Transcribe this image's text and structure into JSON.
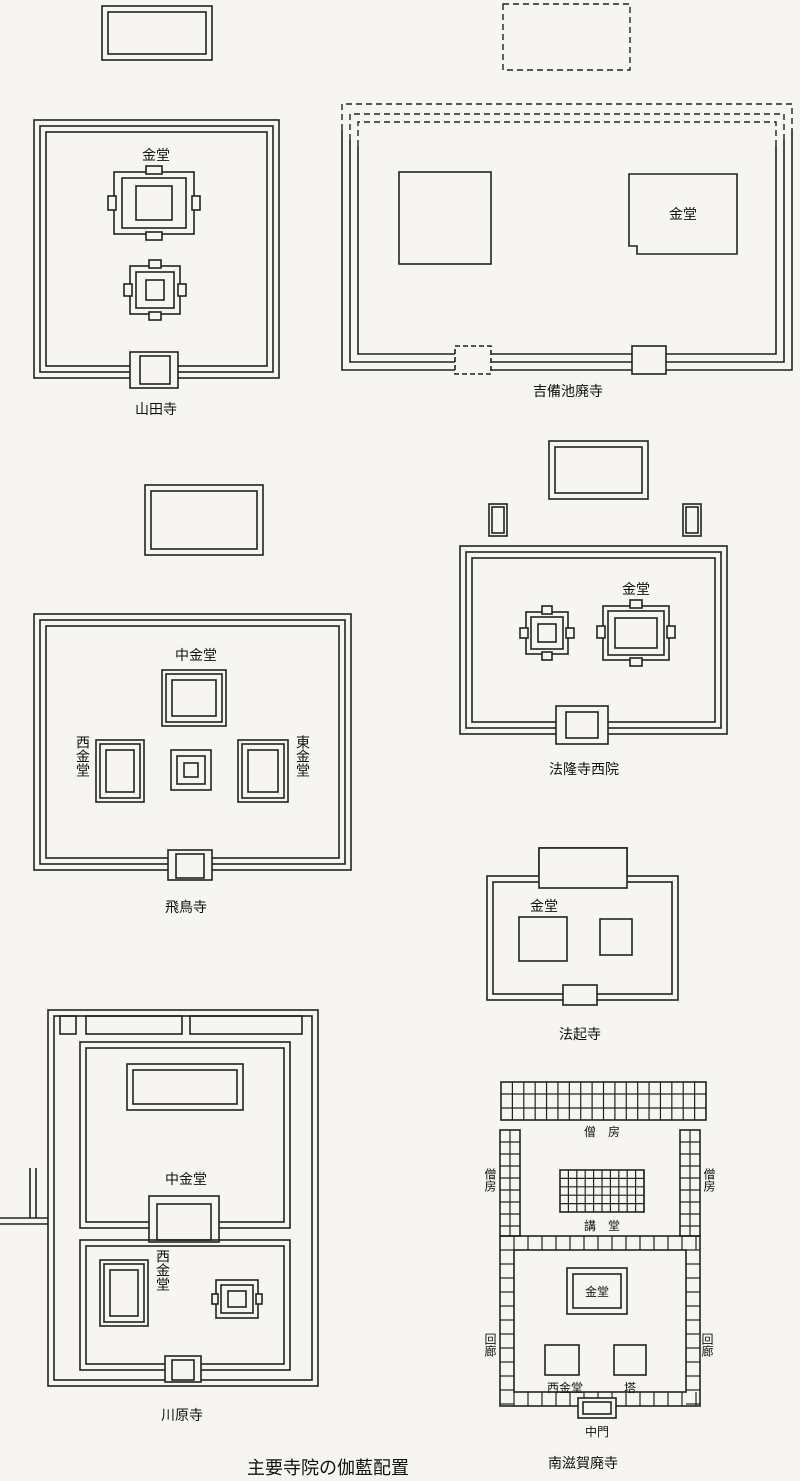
{
  "caption": "主要寺院の伽藍配置",
  "plans": {
    "yamada": {
      "name": "山田寺",
      "kondo": "金堂"
    },
    "kibiike": {
      "name": "吉備池廃寺",
      "kondo": "金堂"
    },
    "asuka": {
      "name": "飛鳥寺",
      "naka_kondo": "中金堂",
      "nishi_kondo": "西金堂",
      "higashi_kondo": "東金堂"
    },
    "horyuji_saiin": {
      "name": "法隆寺西院",
      "kondo": "金堂"
    },
    "hokiji": {
      "name": "法起寺",
      "kondo": "金堂"
    },
    "kawaharadera": {
      "name": "川原寺",
      "naka_kondo": "中金堂",
      "nishi_kondo": "西金堂"
    },
    "minamishiga": {
      "name": "南滋賀廃寺",
      "sobo": "僧　房",
      "sobo_left": "僧房",
      "sobo_right": "僧房",
      "kodo": "講　堂",
      "kondo": "金堂",
      "kairo_left": "回廊",
      "kairo_right": "回廊",
      "nishi_kondo": "西金堂",
      "to": "塔",
      "chumon": "中門"
    }
  }
}
